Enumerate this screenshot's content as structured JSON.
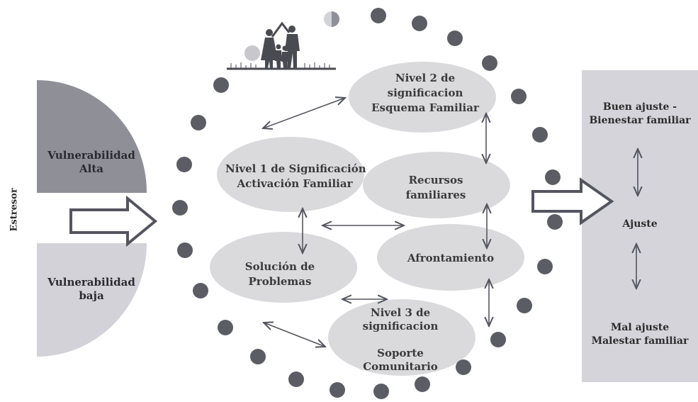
{
  "stressor": {
    "label": "Estresor"
  },
  "vulnerability": {
    "high_line1": "Vulnerabilidad",
    "high_line2": "Alta",
    "low_line1": "Vulnerabilidad",
    "low_line2": "baja"
  },
  "nodes": {
    "nivel2": {
      "line1": "Nivel 2 de",
      "line2": "significacion",
      "line3": "Esquema Familiar"
    },
    "nivel1": {
      "line1": "Nivel 1 de Significación",
      "line2": "Activación Familiar"
    },
    "recursos": {
      "line1": "Recursos",
      "line2": "familiares"
    },
    "solucion": {
      "line1": "Solución de",
      "line2": "Problemas"
    },
    "afrontamiento": {
      "line1": "Afrontamiento"
    },
    "nivel3": {
      "line1": "Nivel 3 de",
      "line2": "significacion",
      "line3": "Soporte",
      "line4": "Comunitario"
    }
  },
  "outcome": {
    "good_line1": "Buen ajuste -",
    "good_line2": "Bienestar familiar",
    "middle": "Ajuste",
    "bad_line1": "Mal ajuste",
    "bad_line2": "Malestar familiar"
  },
  "colors": {
    "quarter_high": "#8f8f98",
    "quarter_low": "#d2d2d8",
    "ellipse": "#dadadd",
    "dot": "#5c5c64",
    "panel": "#d4d4da",
    "arrow": "#555560"
  },
  "icons": {
    "family": "family-silhouette-icon"
  }
}
